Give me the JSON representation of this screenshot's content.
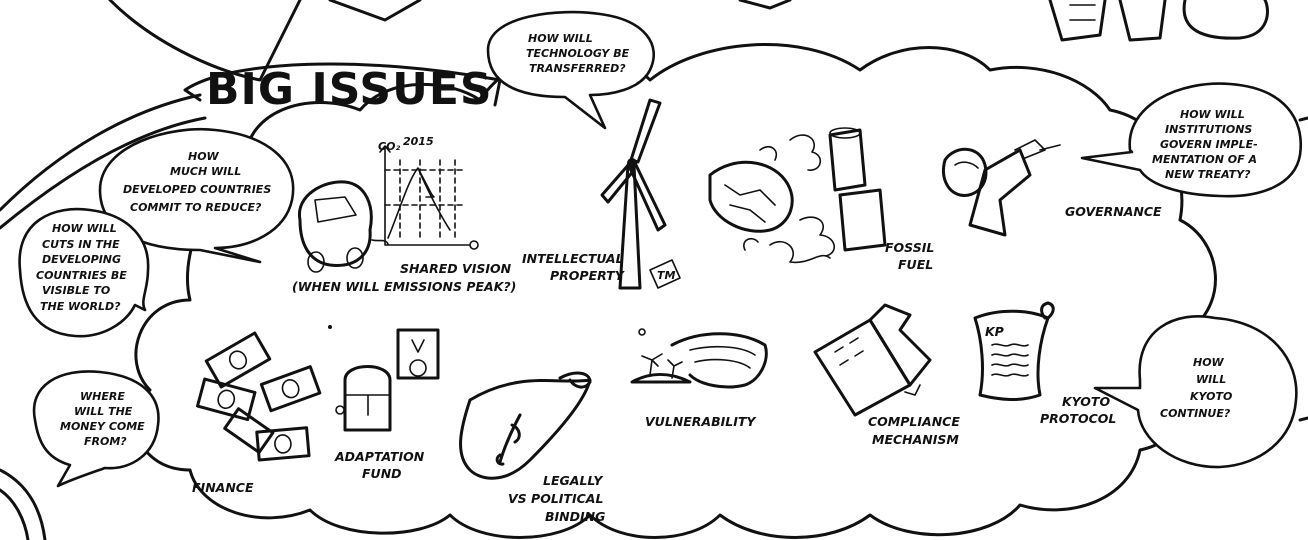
{
  "title": "BIG ISSUES",
  "topics": {
    "shared_vision": [
      "SHARED VISION",
      "(WHEN WILL EMISSIONS PEAK?)"
    ],
    "shared_vision_chart": {
      "y_label": "CO₂",
      "year": "2015"
    },
    "intellectual_property": [
      "INTELLECTUAL",
      "PROPERTY"
    ],
    "windmill_tag": "TM",
    "fossil_fuel": [
      "FOSSIL",
      "FUEL"
    ],
    "governance": "GOVERNANCE",
    "finance": "FINANCE",
    "adaptation_fund": [
      "ADAPTATION",
      "FUND"
    ],
    "legally_binding": [
      "LEGALLY",
      "VS POLITICAL",
      "BINDING"
    ],
    "vulnerability": "VULNERABILITY",
    "compliance": [
      "COMPLIANCE",
      "MECHANISM"
    ],
    "kyoto_protocol": [
      "KYOTO",
      "PROTOCOL"
    ],
    "kp_scroll": "KP"
  },
  "questions": {
    "technology": [
      "HOW WILL",
      "TECHNOLOGY BE",
      "TRANSFERRED?"
    ],
    "developed": [
      "HOW",
      "MUCH WILL",
      "DEVELOPED COUNTRIES",
      "COMMIT TO REDUCE?"
    ],
    "developing": [
      "HOW WILL",
      "CUTS IN THE",
      "DEVELOPING",
      "COUNTRIES BE",
      "VISIBLE TO",
      "THE WORLD?"
    ],
    "institutions": [
      "HOW WILL",
      "INSTITUTIONS",
      "GOVERN IMPLE-",
      "MENTATION OF A",
      "NEW TREATY?"
    ],
    "money": [
      "WHERE",
      "WILL THE",
      "MONEY COME",
      "FROM?"
    ],
    "kyoto": [
      "HOW",
      "WILL",
      "KYOTO",
      "CONTINUE?"
    ]
  }
}
